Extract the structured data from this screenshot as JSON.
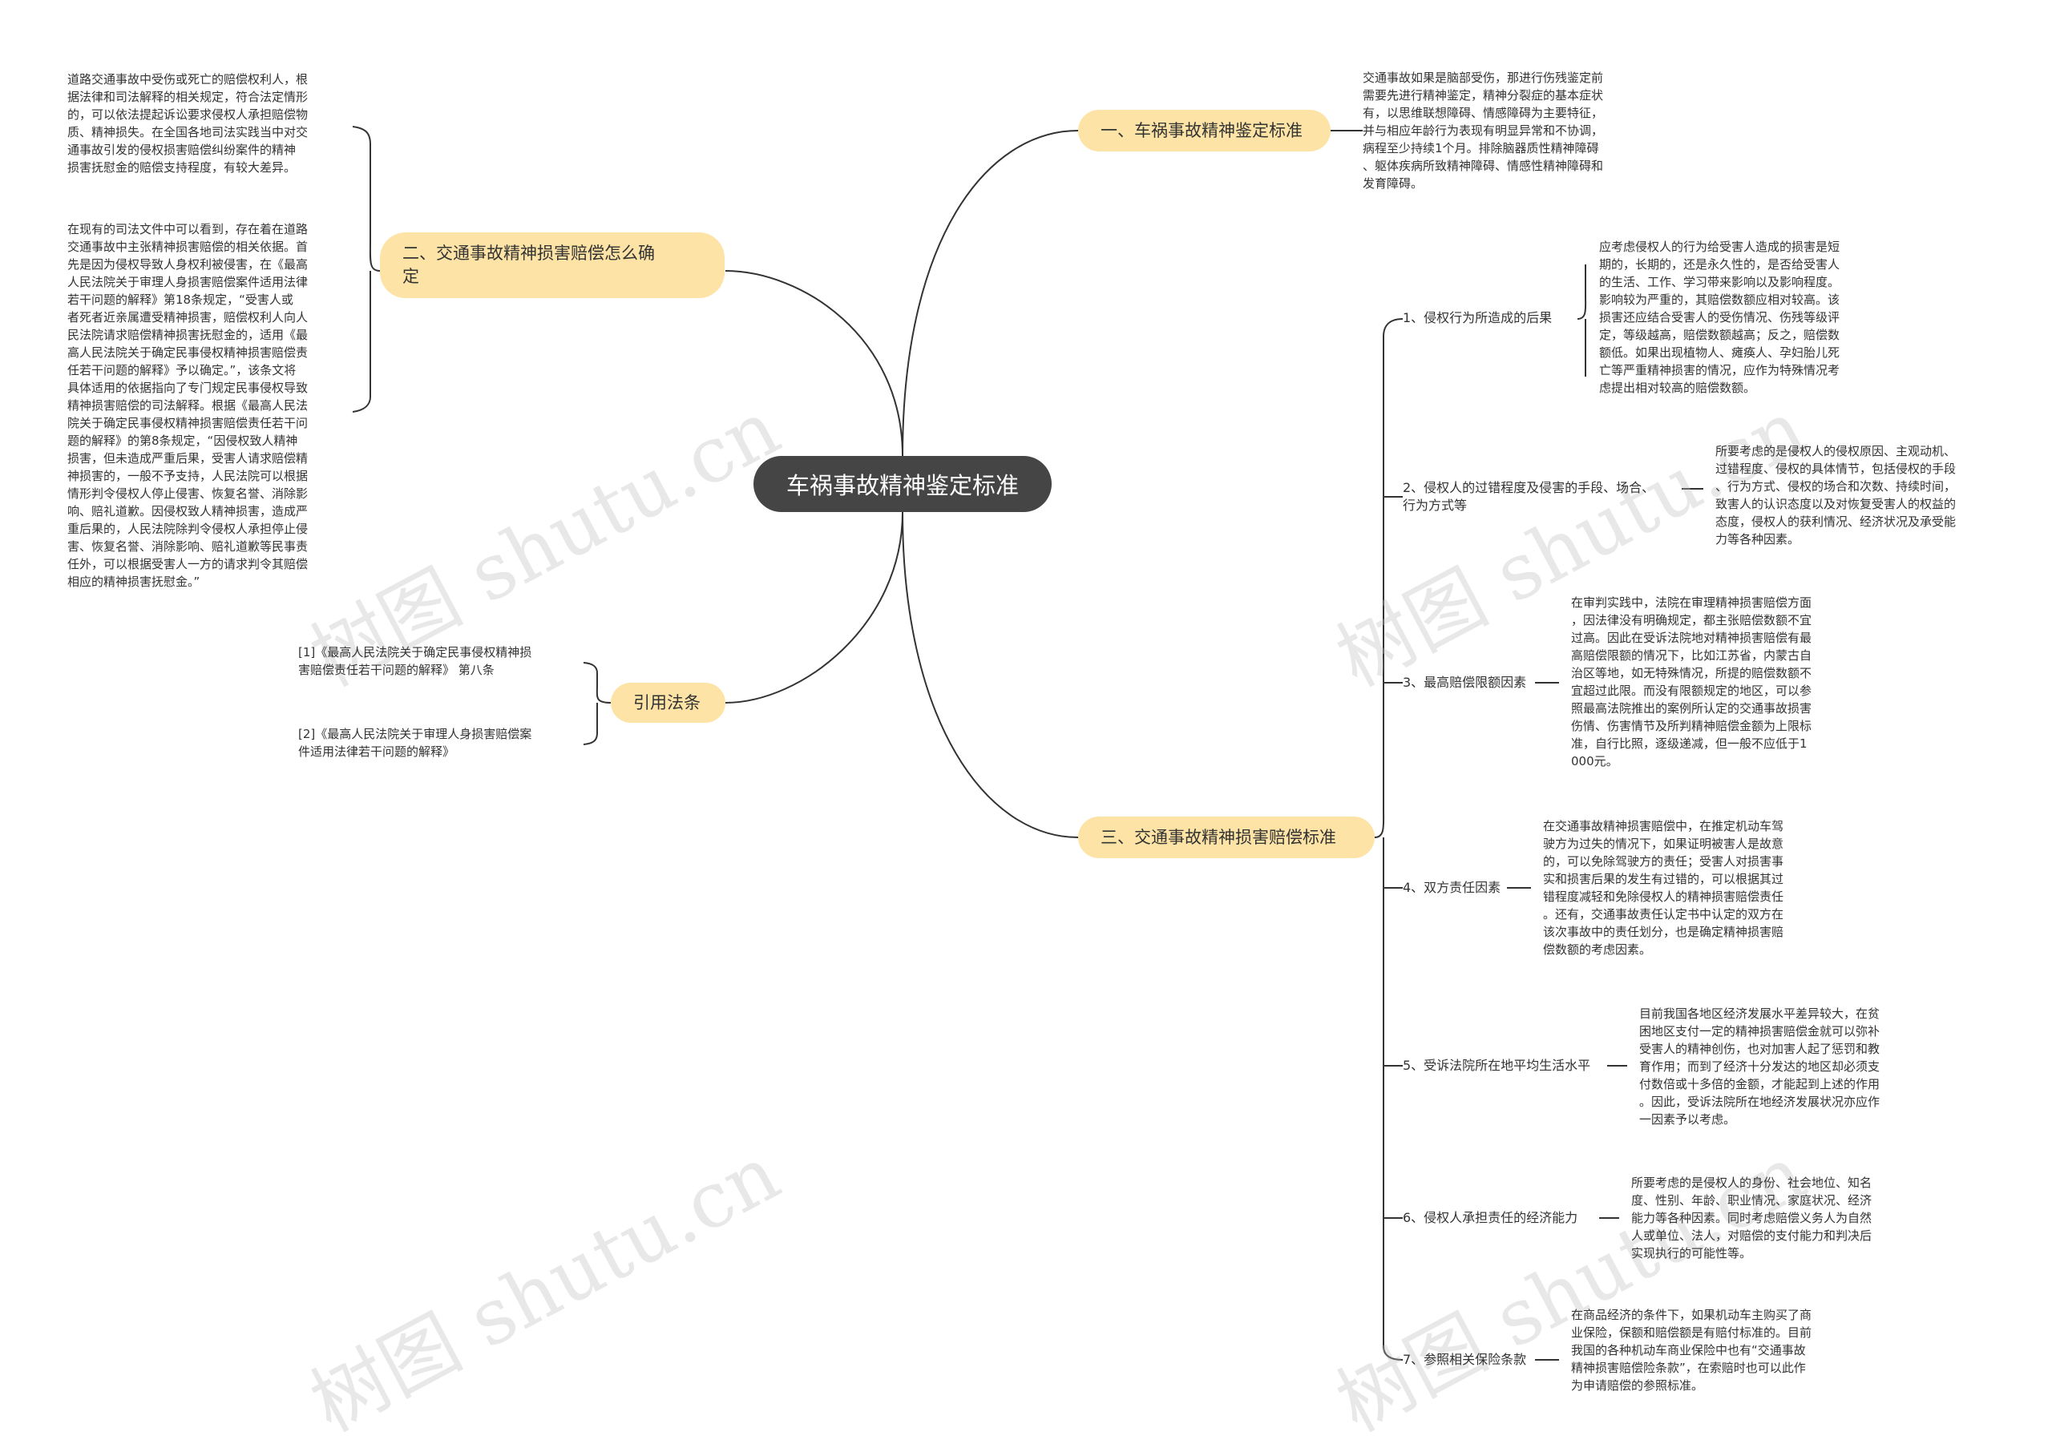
{
  "root": {
    "title": "车祸事故精神鉴定标准"
  },
  "watermark": "树图 shutu.cn",
  "branches": {
    "b1": {
      "label": "一、车祸事故精神鉴定标准",
      "text": "交通事故如果是脑部受伤，那进行伤残鉴定前\n需要先进行精神鉴定，精神分裂症的基本症状\n有，以思维联想障碍、情感障碍为主要特征，\n并与相应年龄行为表现有明显异常和不协调，\n病程至少持续1个月。排除脑器质性精神障碍\n、躯体疾病所致精神障碍、情感性精神障碍和\n发育障碍。"
    },
    "b2": {
      "label": "二、交通事故精神损害赔偿怎么确\n定",
      "text1": "道路交通事故中受伤或死亡的赔偿权利人，根\n据法律和司法解释的相关规定，符合法定情形\n的，可以依法提起诉讼要求侵权人承担赔偿物\n质、精神损失。在全国各地司法实践当中对交\n通事故引发的侵权损害赔偿纠纷案件的精神\n损害抚慰金的赔偿支持程度，有较大差异。",
      "text2": "在现有的司法文件中可以看到，存在着在道路\n交通事故中主张精神损害赔偿的相关依据。首\n先是因为侵权导致人身权利被侵害，在《最高\n人民法院关于审理人身损害赔偿案件适用法律\n若干问题的解释》第18条规定，“受害人或\n者死者近亲属遭受精神损害，赔偿权利人向人\n民法院请求赔偿精神损害抚慰金的，适用《最\n高人民法院关于确定民事侵权精神损害赔偿责\n任若干问题的解释》予以确定。”，该条文将\n具体适用的依据指向了专门规定民事侵权导致\n精神损害赔偿的司法解释。根据《最高人民法\n院关于确定民事侵权精神损害赔偿责任若干问\n题的解释》的第8条规定，“因侵权致人精神\n损害，但未造成严重后果，受害人请求赔偿精\n神损害的，一般不予支持，人民法院可以根据\n情形判令侵权人停止侵害、恢复名誉、消除影\n响、赔礼道歉。因侵权致人精神损害，造成严\n重后果的，人民法院除判令侵权人承担停止侵\n害、恢复名誉、消除影响、赔礼道歉等民事责\n任外，可以根据受害人一方的请求判令其赔偿\n相应的精神损害抚慰金。”"
    },
    "b3": {
      "label": "引用法条",
      "ref1": "[1]《最高人民法院关于确定民事侵权精神损\n害赔偿责任若干问题的解释》 第八条",
      "ref2": "[2]《最高人民法院关于审理人身损害赔偿案\n件适用法律若干问题的解释》"
    },
    "b4": {
      "label": "三、交通事故精神损害赔偿标准",
      "items": [
        {
          "label": "1、侵权行为所造成的后果",
          "text": "应考虑侵权人的行为给受害人造成的损害是短\n期的，长期的，还是永久性的，是否给受害人\n的生活、工作、学习带来影响以及影响程度。\n影响较为严重的，其赔偿数额应相对较高。该\n损害还应结合受害人的受伤情况、伤残等级评\n定，等级越高，赔偿数额越高；反之，赔偿数\n额低。如果出现植物人、瘫痪人、孕妇胎儿死\n亡等严重精神损害的情况，应作为特殊情况考\n虑提出相对较高的赔偿数额。"
        },
        {
          "label": "2、侵权人的过错程度及侵害的手段、场合、\n行为方式等",
          "text": "所要考虑的是侵权人的侵权原因、主观动机、\n过错程度、侵权的具体情节，包括侵权的手段\n、行为方式、侵权的场合和次数、持续时间，\n致害人的认识态度以及对恢复受害人的权益的\n态度，侵权人的获利情况、经济状况及承受能\n力等各种因素。"
        },
        {
          "label": "3、最高赔偿限额因素",
          "text": "在审判实践中，法院在审理精神损害赔偿方面\n，因法律没有明确规定，都主张赔偿数额不宜\n过高。因此在受诉法院地对精神损害赔偿有最\n高赔偿限额的情况下，比如江苏省，内蒙古自\n治区等地，如无特殊情况，所提的赔偿数额不\n宜超过此限。而没有限额规定的地区，可以参\n照最高法院推出的案例所认定的交通事故损害\n伤情、伤害情节及所判精神赔偿金额为上限标\n准，自行比照，逐级递减，但一般不应低于1\n000元。"
        },
        {
          "label": "4、双方责任因素",
          "text": "在交通事故精神损害赔偿中，在推定机动车驾\n驶方为过失的情况下，如果证明被害人是故意\n的，可以免除驾驶方的责任；受害人对损害事\n实和损害后果的发生有过错的，可以根据其过\n错程度减轻和免除侵权人的精神损害赔偿责任\n。还有，交通事故责任认定书中认定的双方在\n该次事故中的责任划分，也是确定精神损害赔\n偿数额的考虑因素。"
        },
        {
          "label": "5、受诉法院所在地平均生活水平",
          "text": "目前我国各地区经济发展水平差异较大，在贫\n困地区支付一定的精神损害赔偿金就可以弥补\n受害人的精神创伤，也对加害人起了惩罚和教\n育作用；而到了经济十分发达的地区却必须支\n付数倍或十多倍的金额，才能起到上述的作用\n。因此，受诉法院所在地经济发展状况亦应作\n一因素予以考虑。"
        },
        {
          "label": "6、侵权人承担责任的经济能力",
          "text": "所要考虑的是侵权人的身份、社会地位、知名\n度、性别、年龄、职业情况、家庭状况、经济\n能力等各种因素。同时考虑赔偿义务人为自然\n人或单位、法人，对赔偿的支付能力和判决后\n实现执行的可能性等。"
        },
        {
          "label": "7、参照相关保险条款",
          "text": "在商品经济的条件下，如果机动车主购买了商\n业保险，保额和赔偿额是有赔付标准的。目前\n我国的各种机动车商业保险中也有“交通事故\n精神损害赔偿险条款”，在索赔时也可以此作\n为申请赔偿的参照标准。"
        }
      ]
    }
  }
}
